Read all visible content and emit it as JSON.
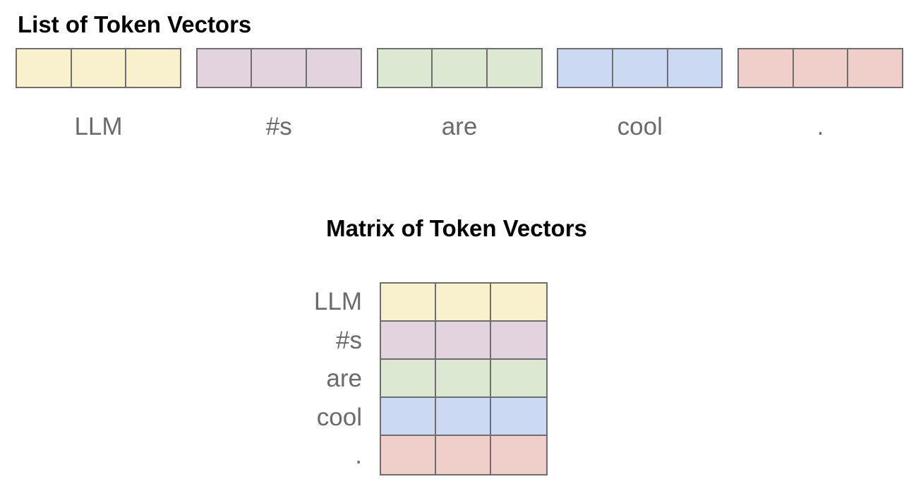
{
  "list_section": {
    "title": "List of Token Vectors"
  },
  "matrix_section": {
    "title": "Matrix of Token Vectors"
  },
  "tokens": [
    {
      "label": "LLM",
      "color": "#f9f1cd"
    },
    {
      "label": "#s",
      "color": "#e3d3df"
    },
    {
      "label": "are",
      "color": "#dde8d3"
    },
    {
      "label": "cool",
      "color": "#cbd9f2"
    },
    {
      "label": ".",
      "color": "#f0cfcb"
    }
  ],
  "vector_cells_per_token": 3,
  "matrix": {
    "rows": 5,
    "cols": 3
  },
  "colors": {
    "border": "#6e6e6e",
    "label_text": "#6b6b6b",
    "heading_text": "#000000",
    "background": "#ffffff"
  }
}
